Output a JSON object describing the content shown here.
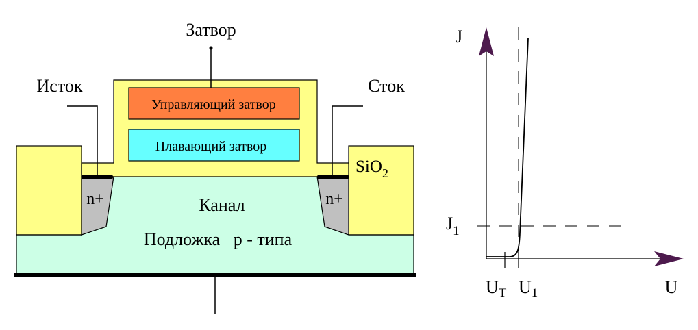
{
  "colors": {
    "oxide": "#ffff88",
    "channel": "#ccffe6",
    "control_gate": "#ff7f40",
    "floating_gate": "#66ffff",
    "n_region": "#c0c0c0",
    "metal": "#000000",
    "arrow": "#4d1a4d"
  },
  "mosfet": {
    "gate_label": "Затвор",
    "source_label": "Исток",
    "drain_label": "Сток",
    "control_gate_label": "Управляющий затвор",
    "floating_gate_label": "Плавающий затвор",
    "oxide_label": "SiO",
    "oxide_sub": "2",
    "n_plus_left": "n+",
    "n_plus_right": "n+",
    "channel_label": "Канал",
    "substrate_label": "Подложка   p - типа"
  },
  "iv_curve": {
    "y_axis_label": "J",
    "x_axis_label": "U",
    "j1_label": "J",
    "j1_sub": "1",
    "ut_label": "U",
    "ut_sub": "T",
    "u1_label": "U",
    "u1_sub": "1"
  }
}
